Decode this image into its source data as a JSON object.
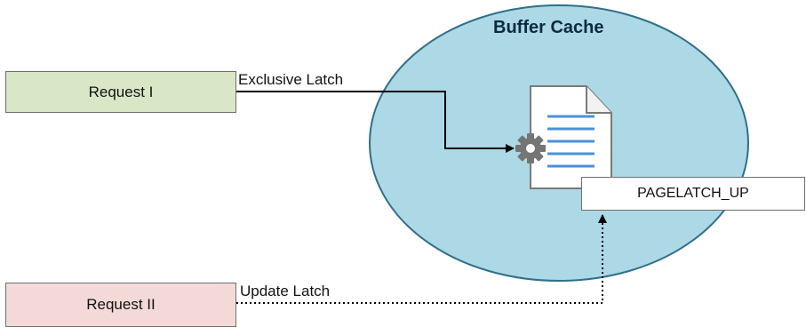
{
  "diagram": {
    "title": "Buffer Cache",
    "request_1": "Request I",
    "request_2": "Request II",
    "exclusive_label": "Exclusive Latch",
    "update_label": "Update Latch",
    "latch_state": "PAGELATCH_UP",
    "icons": [
      "document-icon",
      "gear-icon"
    ],
    "colors": {
      "cache_fill": "#add8e6",
      "cache_stroke": "#2f6f8a",
      "request_1_fill": "#d9e7c7",
      "request_2_fill": "#f3d9d7",
      "doc_lines": "#4a90d9"
    }
  }
}
